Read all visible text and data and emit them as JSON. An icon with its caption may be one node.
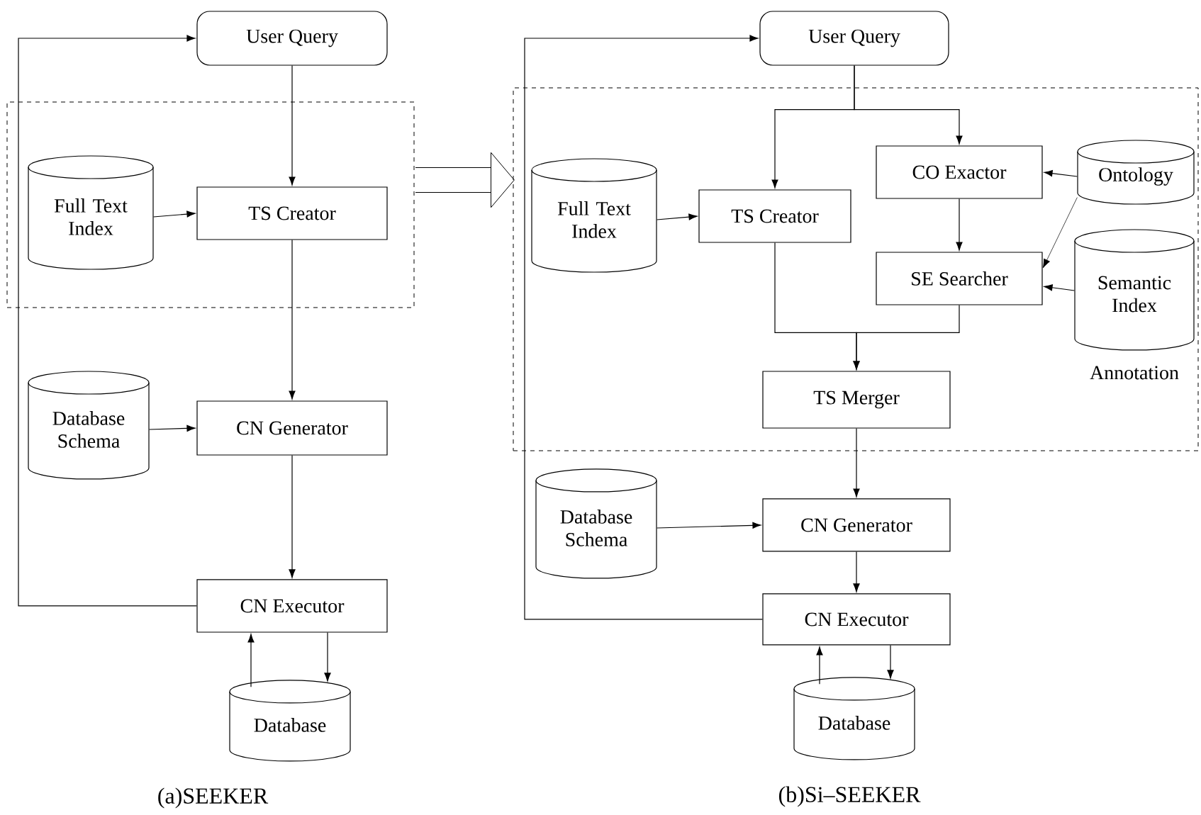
{
  "diagram": {
    "nodes": [
      {
        "text": [],
        "shape": "box"
      },
      {
        "text": [
          "User Query"
        ]
      },
      {
        "text": [
          "Full Text Index"
        ],
        "in": 0
      },
      {
        "text": [
          "TS Creator"
        ],
        "in": 0
      },
      {
        "text": [
          "Database Schema"
        ]
      },
      {
        "text": [
          "CN Generator"
        ]
      },
      {
        "text": [
          "CN Executor"
        ]
      },
      {
        "text": [
          "Database"
        ]
      },
      {
        "text": [],
        "shape": "box"
      },
      {
        "text": [
          "User Query"
        ]
      },
      {
        "text": [
          "CO Exactor"
        ],
        "in": 8
      },
      {
        "text": [
          "Ontology"
        ],
        "in": 8
      },
      {
        "text": [
          "Full Text Index"
        ],
        "in": 8
      },
      {
        "text": [
          "TS Creator"
        ],
        "in": 8
      },
      {
        "text": [
          "SE Searcher"
        ],
        "in": 8
      },
      {
        "text": [
          "Semantic Index"
        ],
        "in": 8,
        "beside": [
          "Annotation"
        ]
      },
      {
        "text": [
          "TS Merger"
        ],
        "in": 8
      },
      {
        "text": [
          "Database Schema"
        ]
      },
      {
        "text": [
          "CN Generator"
        ]
      },
      {
        "text": [
          "CN Executor"
        ]
      },
      {
        "text": [
          "Database"
        ]
      }
    ],
    "edges": [
      {
        "from": 1,
        "to": 3,
        "arrow": "to"
      },
      {
        "from": 2,
        "to": 3,
        "arrow": "to"
      },
      {
        "from": 3,
        "to": 5,
        "arrow": "to"
      },
      {
        "from": 4,
        "to": 5,
        "arrow": "to"
      },
      {
        "from": 5,
        "to": 6,
        "arrow": "to"
      },
      {
        "from": 6,
        "to": 1,
        "arrow": "to"
      },
      {
        "from": 7,
        "to": 6,
        "arrow": "to"
      },
      {
        "from": 6,
        "to": 7,
        "arrow": "to"
      },
      {
        "from": 0,
        "to": 8,
        "arrow": "to",
        "style": "thick"
      },
      {
        "from": 9,
        "to": 13,
        "arrow": "to"
      },
      {
        "from": 9,
        "to": 10,
        "arrow": "to"
      },
      {
        "from": 11,
        "to": 10,
        "arrow": "to"
      },
      {
        "from": 11,
        "to": 14,
        "arrow": "to"
      },
      {
        "from": 10,
        "to": 14,
        "arrow": "to"
      },
      {
        "from": 15,
        "to": 14,
        "arrow": "to"
      },
      {
        "from": 12,
        "to": 13,
        "arrow": "to"
      },
      {
        "from": 13,
        "to": 16,
        "arrow": "to"
      },
      {
        "from": 14,
        "to": 16,
        "arrow": "to"
      },
      {
        "from": 16,
        "to": 18,
        "arrow": "to"
      },
      {
        "from": 17,
        "to": 18,
        "arrow": "to"
      },
      {
        "from": 18,
        "to": 19,
        "arrow": "to"
      },
      {
        "from": 19,
        "to": 9,
        "arrow": "to"
      },
      {
        "from": 20,
        "to": 19,
        "arrow": "to"
      },
      {
        "from": 19,
        "to": 20,
        "arrow": "to"
      }
    ],
    "labels": [
      "(a)SEEKER",
      "(b)Si–SEEKER"
    ]
  }
}
